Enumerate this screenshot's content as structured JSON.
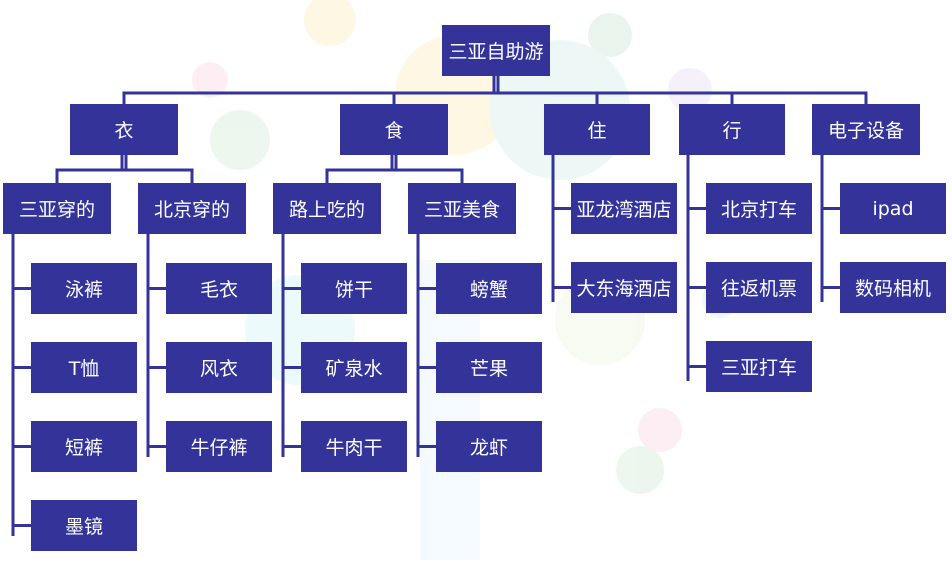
{
  "tree": {
    "root": "三亚自助游",
    "categories": [
      {
        "label": "衣",
        "groups": [
          {
            "label": "三亚穿的",
            "items": [
              "泳裤",
              "T恤",
              "短裤",
              "墨镜"
            ]
          },
          {
            "label": "北京穿的",
            "items": [
              "毛衣",
              "风衣",
              "牛仔裤"
            ]
          }
        ]
      },
      {
        "label": "食",
        "groups": [
          {
            "label": "路上吃的",
            "items": [
              "饼干",
              "矿泉水",
              "牛肉干"
            ]
          },
          {
            "label": "三亚美食",
            "items": [
              "螃蟹",
              "芒果",
              "龙虾"
            ]
          }
        ]
      },
      {
        "label": "住",
        "items": [
          "亚龙湾酒店",
          "大东海酒店"
        ]
      },
      {
        "label": "行",
        "items": [
          "北京打车",
          "往返机票",
          "三亚打车"
        ]
      },
      {
        "label": "电子设备",
        "items": [
          "ipad",
          "数码相机"
        ]
      }
    ]
  },
  "colors": {
    "node_fill": "#333399",
    "node_text": "#ffffff",
    "connector": "#333399"
  }
}
